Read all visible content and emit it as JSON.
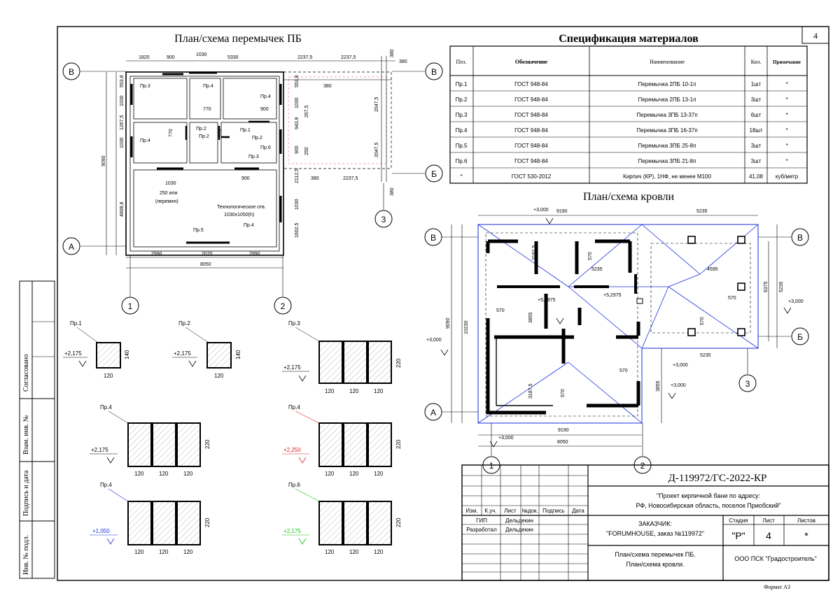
{
  "sheet_number": "4",
  "format_label": "Формат А3",
  "lintel_plan": {
    "title": "План/схема перемычек ПБ",
    "top_dims": [
      "1820",
      "900",
      "1030",
      "5330",
      "2237,5",
      "2237,5",
      "380"
    ],
    "top_dims_extra": "380",
    "bottom_dims": [
      "2990",
      "2070",
      "2990"
    ],
    "bottom_total": "8050",
    "left_dims": [
      "553,8",
      "1030",
      "1267,5",
      "1030",
      "9090",
      "4808,8"
    ],
    "right_dims": [
      "553,8",
      "1030",
      "943,8",
      "267,5",
      "900",
      "250",
      "2112,5",
      "1030",
      "1602,5",
      "2047,5",
      "2047,5",
      "380"
    ],
    "inner_dims": [
      "770",
      "900",
      "770",
      "770",
      "900",
      "1030",
      "380",
      "2237,5",
      "380"
    ],
    "labels": [
      "Пр.3",
      "Пр.4",
      "Пр.4",
      "Пр.4",
      "Пр.2",
      "Пр.2",
      "Пр.1",
      "Пр.2",
      "Пр.6",
      "Пр.3",
      "Пр.4",
      "Пр.5"
    ],
    "opening_note_1": "250 или",
    "opening_note_2": "(перемен)",
    "tech_opening_1": "Технологическое отв.",
    "tech_opening_2": "1030x1050(h)"
  },
  "axes": {
    "B": "В",
    "A": "А",
    "G": "Б",
    "ax1": "1",
    "ax2": "2",
    "ax3": "3"
  },
  "sections": [
    {
      "label": "Пр.1",
      "level": "+2,175",
      "w": "120",
      "h": "140",
      "color": "#000000"
    },
    {
      "label": "Пр.2",
      "level": "+2,175",
      "w": "120",
      "h": "140",
      "color": "#000000"
    },
    {
      "label": "Пр.3",
      "level": "+2,175",
      "w": "120",
      "h": "220",
      "color": "#000000"
    },
    {
      "label": "Пр.4",
      "level": "+2,175",
      "w": "120",
      "h": "220",
      "color": "#000000"
    },
    {
      "label": "Пр.4",
      "level": "+2,250",
      "w": "120",
      "h": "220",
      "color": "#e02020"
    },
    {
      "label": "Пр.4",
      "level": "+1,050",
      "w": "120",
      "h": "220",
      "color": "#1a2ee0"
    },
    {
      "label": "Пр.6",
      "level": "+2,175",
      "w": "120",
      "h": "220",
      "color": "#14c214"
    }
  ],
  "spec": {
    "title": "Спецификация материалов",
    "headers": [
      "Поз.",
      "Обозначение",
      "Наименование",
      "Кол.",
      "Примечание"
    ],
    "rows": [
      [
        "Пр.1",
        "ГОСТ 948-84",
        "Перемычка 2ПБ 10-1п",
        "1шт",
        "*"
      ],
      [
        "Пр.2",
        "ГОСТ 948-84",
        "Перемычка 2ПБ 13-1п",
        "3шт",
        "*"
      ],
      [
        "Пр.3",
        "ГОСТ 948-84",
        "Перемычка 3ПБ 13-37п",
        "6шт",
        "*"
      ],
      [
        "Пр.4",
        "ГОСТ 948-84",
        "Перемычка 3ПБ 16-37п",
        "18шт",
        "*"
      ],
      [
        "Пр.5",
        "ГОСТ 948-84",
        "Перемычка 3ПБ 25-8п",
        "3шт",
        "*"
      ],
      [
        "Пр.6",
        "ГОСТ 948-84",
        "Перемычка 3ПБ 21-8п",
        "3шт",
        "*"
      ],
      [
        "*",
        "ГОСТ 530-2012",
        "Кирпич (КР), 1НФ, не менее М100",
        "41,08",
        "куб/метр"
      ]
    ]
  },
  "roof_plan": {
    "title": "План/схема кровли",
    "top_dims": [
      "9190",
      "5235"
    ],
    "bottom_dims": [
      "9190",
      "8050"
    ],
    "left_dims": [
      "9090",
      "10230"
    ],
    "right_dims": [
      "6375",
      "5235",
      "3855"
    ],
    "inner_dims": [
      "3187,5",
      "570",
      "5235",
      "4595",
      "570",
      "3855",
      "570",
      "570",
      "3187,5",
      "570",
      "5235",
      "570",
      "570"
    ],
    "levels": [
      "+3,000",
      "+5,2975",
      "+5,2975",
      "+3,000",
      "+3,000",
      "+3,000",
      "+3,000",
      "+3,000"
    ]
  },
  "stamp": {
    "code": "Д-119972/ГС-2022-КР",
    "project_1": "\"Проект кирпичной бани по адресу:",
    "project_2": "РФ, Новосибирская область, поселок Приобский\"",
    "customer_1": "ЗАКАЗЧИК:",
    "customer_2": "\"FORUMHOUSE, заказ №119972\"",
    "stage_label": "Стадия",
    "sheet_label": "Лист",
    "sheets_label": "Листов",
    "stage_value": "\"Р\"",
    "sheet_value": "4",
    "sheets_value": "*",
    "content_1": "План/схема перемычек ПБ.",
    "content_2": "План/схема кровли.",
    "company": "ООО ПСК \"Градостроитель\"",
    "col_headers": [
      "Изм.",
      "К.уч.",
      "Лист",
      "№док.",
      "Подпись",
      "Дата"
    ],
    "role_1": "ГИП",
    "person_1": "Дельдекин",
    "role_2": "Разработал",
    "person_2": "Дельдекин"
  },
  "side_labels": [
    "Согласовано",
    "Взам. инв. №",
    "Подпись и дата",
    "Инв. № подл."
  ]
}
